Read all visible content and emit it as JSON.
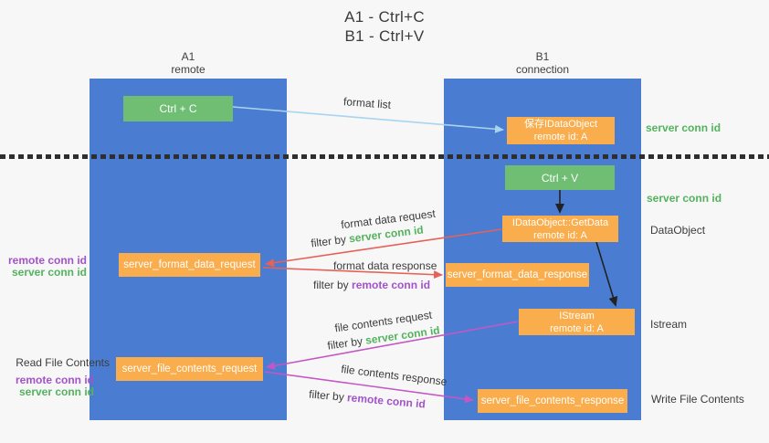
{
  "title": {
    "line1": "A1 - Ctrl+C",
    "line2": "B1 - Ctrl+V"
  },
  "columns": {
    "left": {
      "line1": "A1",
      "line2": "remote"
    },
    "right": {
      "line1": "B1",
      "line2": "connection"
    }
  },
  "boxes": {
    "ctrl_c": {
      "label": "Ctrl + C"
    },
    "save_idataobject": {
      "line1": "保存IDataObject",
      "line2": "remote id: A"
    },
    "ctrl_v": {
      "label": "Ctrl + V"
    },
    "getdata": {
      "line1": "IDataObject::GetData",
      "line2": "remote id: A"
    },
    "format_request": {
      "label": "server_format_data_request"
    },
    "format_response": {
      "label": "server_format_data_response"
    },
    "istream": {
      "line1": "IStream",
      "line2": "remote id: A"
    },
    "file_request": {
      "label": "server_file_contents_request"
    },
    "file_response": {
      "label": "server_file_contents_response"
    }
  },
  "flows": {
    "format_list": "format list",
    "format_data_request": "format data request",
    "format_data_response": "format data response",
    "file_contents_request": "file contents request",
    "file_contents_response": "file contents response",
    "filter_by": "filter by",
    "server_conn_id": "server conn id",
    "remote_conn_id": "remote conn id"
  },
  "side_labels": {
    "server_conn_id": "server conn id",
    "remote_conn_id": "remote conn id",
    "dataobject": "DataObject",
    "istream": "Istream",
    "read_file_contents": "Read File Contents",
    "write_file_contents": "Write File Contents"
  },
  "colors": {
    "column_blue": "#4a7dd2",
    "box_green": "#6fbe74",
    "box_orange": "#f9ad4c",
    "text_green": "#53b35c",
    "text_purple": "#a352c8",
    "arrow_blue": "#a8d4f0",
    "arrow_red": "#e66157",
    "arrow_magenta": "#c457c4",
    "arrow_black": "#222222"
  }
}
